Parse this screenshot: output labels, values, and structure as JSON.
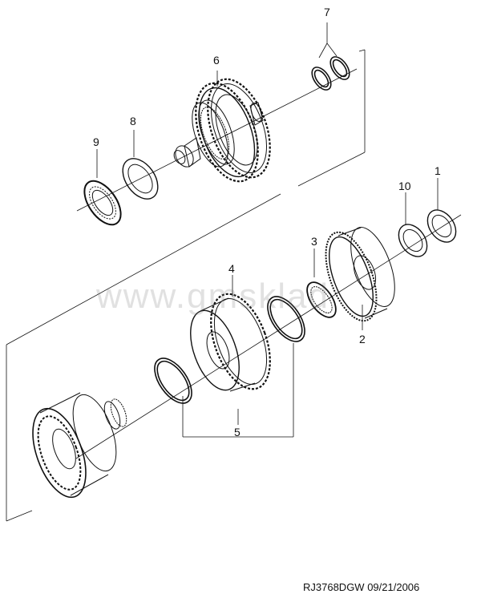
{
  "callouts": {
    "c1": "1",
    "c2": "2",
    "c3": "3",
    "c4": "4",
    "c5": "5",
    "c6": "6",
    "c7": "7",
    "c8": "8",
    "c9": "9",
    "c10": "10"
  },
  "watermark": "www.gmsklad",
  "footer": {
    "drawing_id": "RJ3768DGW",
    "date": "09/21/2006"
  }
}
